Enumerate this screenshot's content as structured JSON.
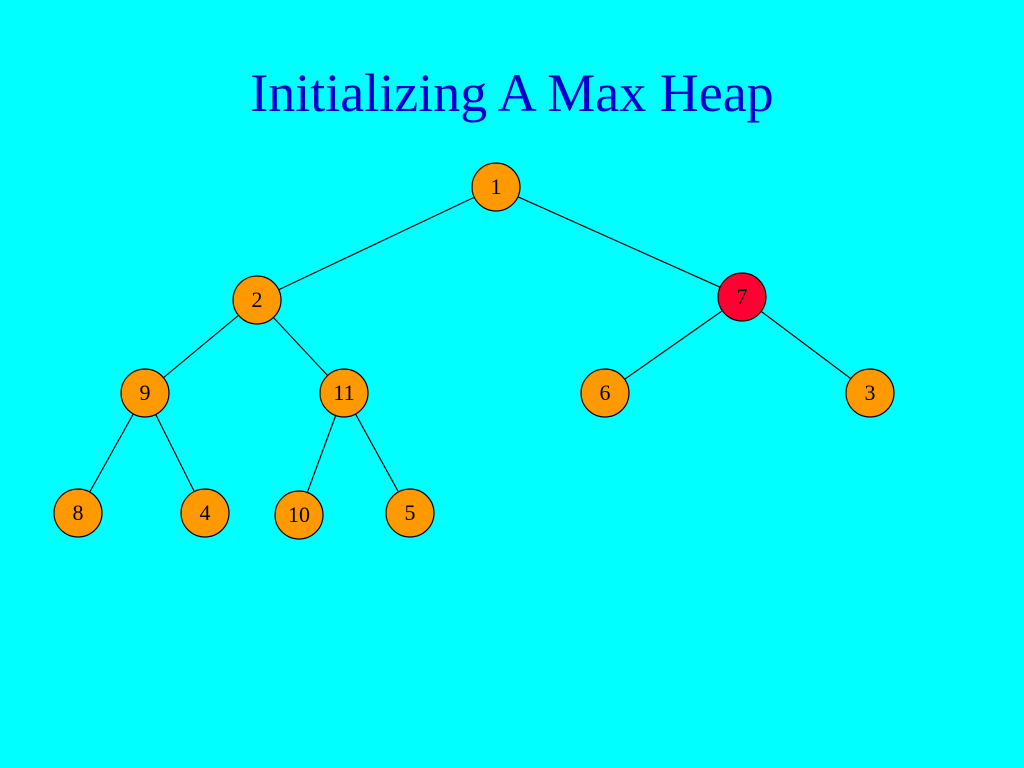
{
  "title": "Initializing A Max Heap",
  "colors": {
    "background": "#00FFFF",
    "title": "#0000CC",
    "node": "#FF9900",
    "highlight": "#FF0033",
    "edge": "#000000"
  },
  "nodes": [
    {
      "id": "n1",
      "label": "1",
      "highlighted": false
    },
    {
      "id": "n2",
      "label": "2",
      "highlighted": false
    },
    {
      "id": "n7",
      "label": "7",
      "highlighted": true
    },
    {
      "id": "n9",
      "label": "9",
      "highlighted": false
    },
    {
      "id": "n11",
      "label": "11",
      "highlighted": false
    },
    {
      "id": "n6",
      "label": "6",
      "highlighted": false
    },
    {
      "id": "n3",
      "label": "3",
      "highlighted": false
    },
    {
      "id": "n8",
      "label": "8",
      "highlighted": false
    },
    {
      "id": "n4",
      "label": "4",
      "highlighted": false
    },
    {
      "id": "n10",
      "label": "10",
      "highlighted": false
    },
    {
      "id": "n5",
      "label": "5",
      "highlighted": false
    }
  ],
  "edges": [
    [
      "n1",
      "n2"
    ],
    [
      "n1",
      "n7"
    ],
    [
      "n2",
      "n9"
    ],
    [
      "n2",
      "n11"
    ],
    [
      "n7",
      "n6"
    ],
    [
      "n7",
      "n3"
    ],
    [
      "n9",
      "n8"
    ],
    [
      "n9",
      "n4"
    ],
    [
      "n11",
      "n10"
    ],
    [
      "n11",
      "n5"
    ]
  ]
}
